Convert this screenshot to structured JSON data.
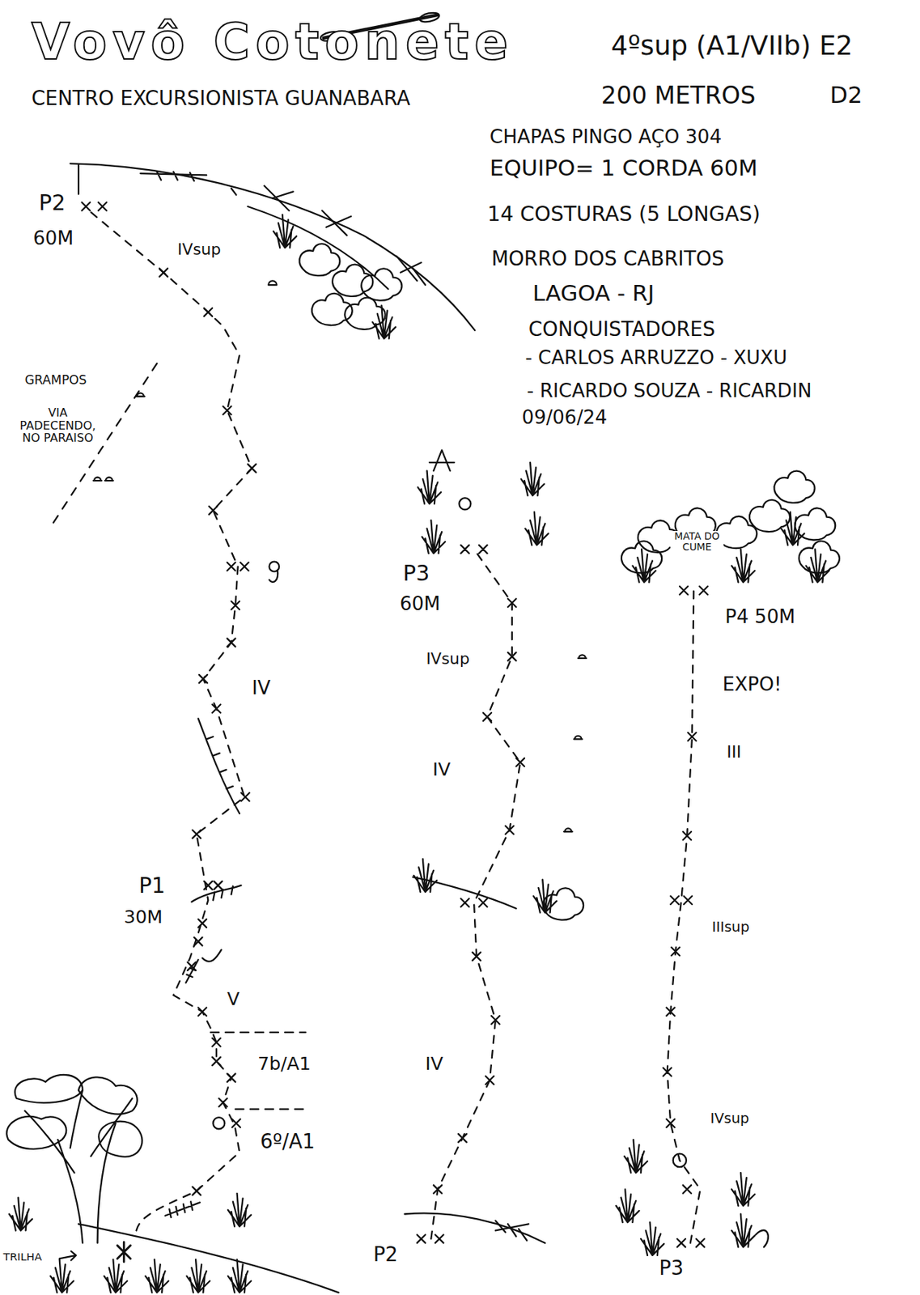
{
  "diagram": {
    "title": "Vovô Cotonete",
    "labels": [
      "4ºsup (A1/VIIb) E2",
      "CENTRO EXCURSIONISTA GUANABARA",
      "200 METROS",
      "D2",
      "CHAPAS PINGO AÇO 304",
      "EQUIPO= 1 CORDA 60M",
      "14 COSTURAS (5 LONGAS)",
      "MORRO DOS CABRITOS",
      "LAGOA - RJ",
      "CONQUISTADORES",
      "- CARLOS ARRUZZO - XUXU",
      "- RICARDO SOUZA - RICARDIN",
      "09/06/24",
      "P2",
      "60M",
      "IVsup",
      "GRAMPOS",
      "VIA PADECENDO, NO PARAISO",
      "IV",
      "P1",
      "30M",
      "V",
      "7b/A1",
      "6º/A1",
      "TRILHA",
      "P3",
      "60M",
      "IVsup",
      "IV",
      "IV",
      "P2",
      "MATA DO CUME",
      "P4 50M",
      "EXPO!",
      "III",
      "IIIsup",
      "IVsup",
      "P3"
    ]
  }
}
